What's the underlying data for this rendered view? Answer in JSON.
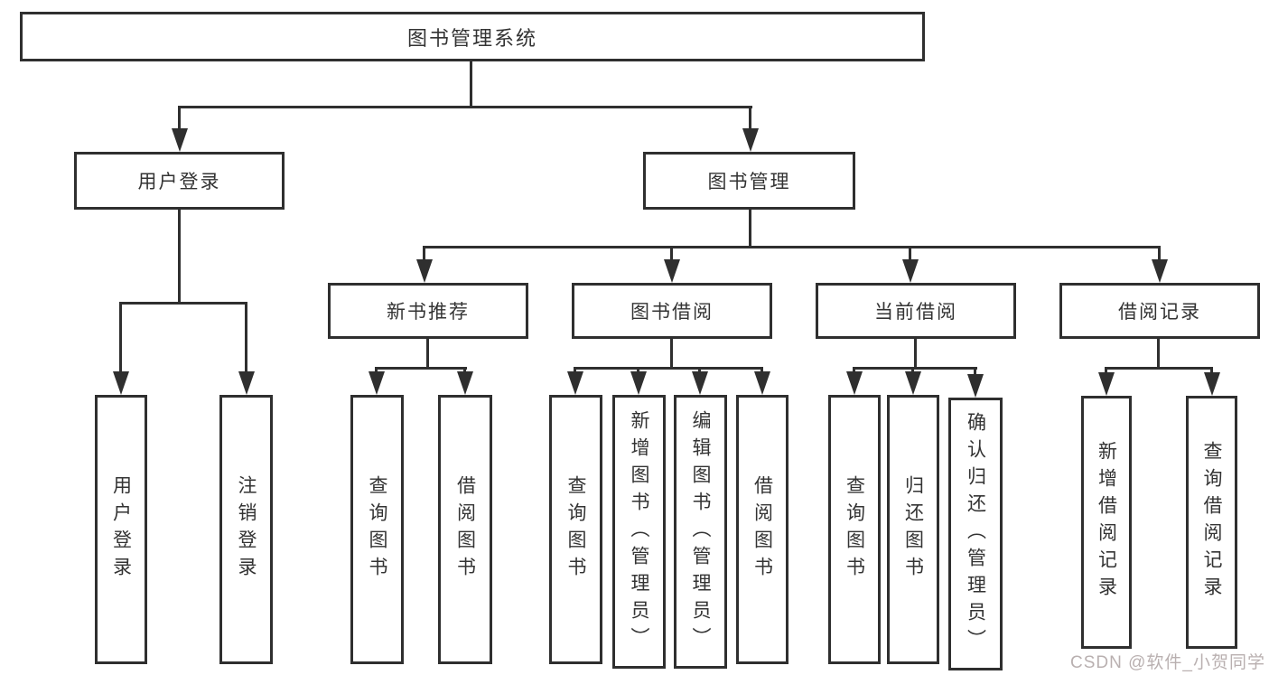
{
  "diagram_title": "图书管理系统",
  "watermark": "CSDN @软件_小贺同学",
  "colors": {
    "line": "#2f2f2f",
    "text": "#333333",
    "watermark": "#b9b0b0",
    "background": "#ffffff"
  },
  "tree": {
    "root": {
      "label": "图书管理系统"
    },
    "level1": [
      {
        "label": "用户登录"
      },
      {
        "label": "图书管理"
      }
    ],
    "level2": [
      {
        "label": "新书推荐"
      },
      {
        "label": "图书借阅"
      },
      {
        "label": "当前借阅"
      },
      {
        "label": "借阅记录"
      }
    ],
    "leaves": [
      {
        "label": "用户登录",
        "parent": "用户登录"
      },
      {
        "label": "注销登录",
        "parent": "用户登录"
      },
      {
        "label": "查询图书",
        "parent": "新书推荐"
      },
      {
        "label": "借阅图书",
        "parent": "新书推荐"
      },
      {
        "label": "查询图书",
        "parent": "图书借阅"
      },
      {
        "label": "新增图书（管理员）",
        "parent": "图书借阅"
      },
      {
        "label": "编辑图书（管理员）",
        "parent": "图书借阅"
      },
      {
        "label": "借阅图书",
        "parent": "图书借阅"
      },
      {
        "label": "查询图书",
        "parent": "当前借阅"
      },
      {
        "label": "归还图书",
        "parent": "当前借阅"
      },
      {
        "label": "确认归还（管理员）",
        "parent": "当前借阅"
      },
      {
        "label": "新增借阅记录",
        "parent": "借阅记录"
      },
      {
        "label": "查询借阅记录",
        "parent": "借阅记录"
      }
    ]
  }
}
